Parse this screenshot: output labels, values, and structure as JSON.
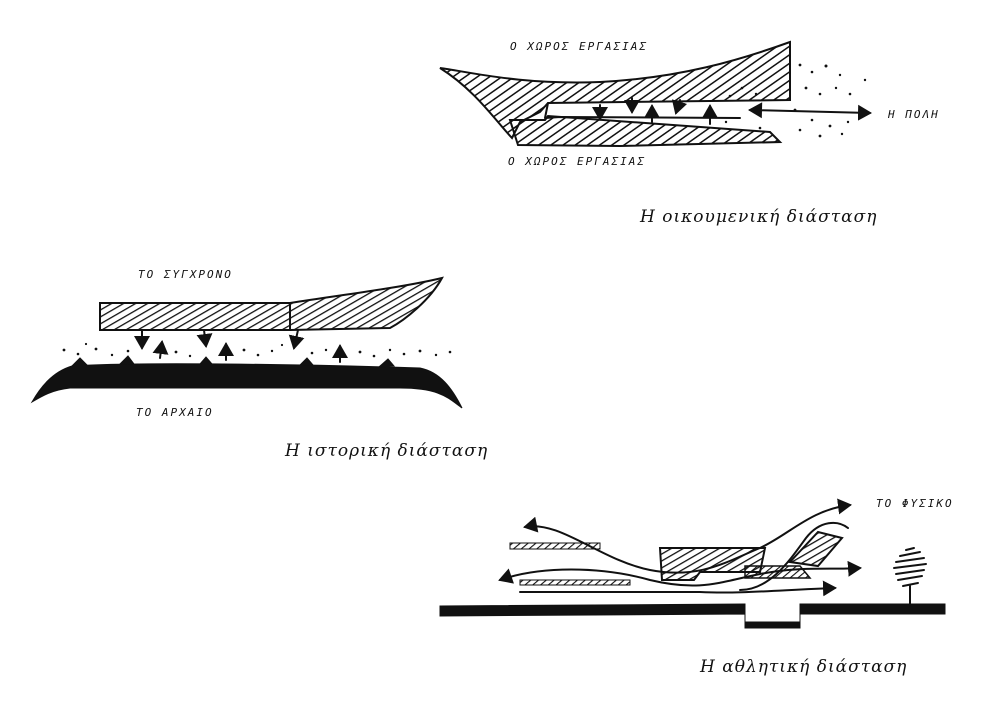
{
  "sketches": [
    {
      "id": "ecumenical",
      "labels": {
        "top": "Ο ΧΩΡΟΣ ΕΡΓΑΣΙΑΣ",
        "bottom": "Ο ΧΩΡΟΣ ΕΡΓΑΣΙΑΣ",
        "right": "Η ΠΟΛΗ"
      },
      "caption": "Η οικουμενική διάσταση"
    },
    {
      "id": "historical",
      "labels": {
        "top": "ΤΟ ΣΥΓΧΡΟΝΟ",
        "bottom": "ΤΟ ΑΡΧΑΙΟ"
      },
      "caption": "Η ιστορική διάσταση"
    },
    {
      "id": "athletic",
      "labels": {
        "right": "ΤΟ ΦΥΣΙΚΟ"
      },
      "caption": "Η αθλητική διάσταση"
    }
  ],
  "colors": {
    "ink": "#111111",
    "paper": "#ffffff"
  }
}
